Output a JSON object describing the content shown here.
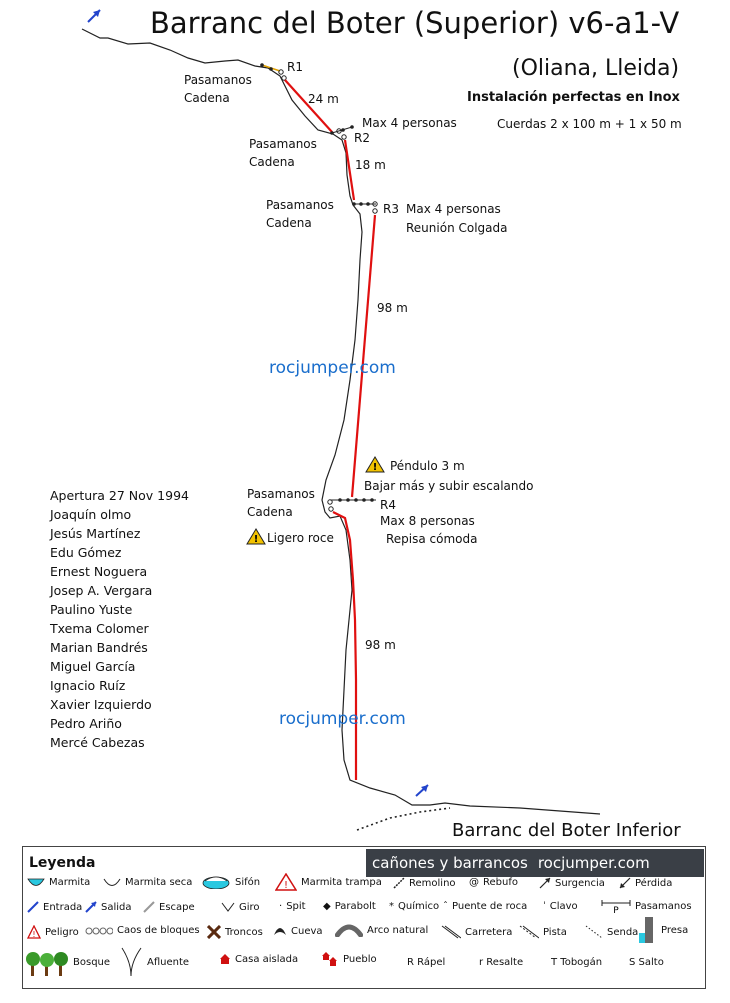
{
  "title": "Barranc del Boter (Superior) v6-a1-V",
  "subtitle": "(Oliana, Lleida)",
  "install_note": "Instalación perfectas en Inox",
  "ropes_note": "Cuerdas 2 x 100 m + 1 x 50 m",
  "anchors": {
    "r1": {
      "label": "R1",
      "side_label": "Pasamanos\nCadena",
      "rope": "24 m"
    },
    "r2": {
      "label": "R2",
      "side_label": "Pasamanos\nCadena",
      "capacity": "Max 4 personas",
      "rope": "18 m"
    },
    "r3": {
      "label": "R3",
      "side_label": "Pasamanos\nCadena",
      "capacity": "Max 4 personas",
      "note": "Reunión Colgada",
      "rope": "98 m"
    },
    "r4": {
      "label": "R4",
      "side_label": "Pasamanos\nCadena",
      "capacity": "Max 8 personas",
      "note": "Repisa cómoda",
      "rope": "98 m"
    }
  },
  "warnings": {
    "pendulo": "Péndulo 3 m",
    "pendulo_note": "Bajar más y subir escalando",
    "roce": "Ligero roce"
  },
  "watermark": "rocjumper.com",
  "team": [
    "Apertura 27 Nov 1994",
    "Joaquín olmo",
    "Jesús Martínez",
    "Edu Gómez",
    "Ernest Noguera",
    "Josep A. Vergara",
    "Paulino Yuste",
    "Txema Colomer",
    "Marian Bandrés",
    "Miguel García",
    "Ignacio Ruíz",
    "Xavier Izquierdo",
    "Pedro Ariño",
    "Mercé Cabezas"
  ],
  "next_canyon": "Barranc del Boter Inferior",
  "legend": {
    "title": "Leyenda",
    "banner_a": "cañones y barrancos",
    "banner_b": "rocjumper.com",
    "items": {
      "marmita": "Marmita",
      "marmita_seca": "Marmita seca",
      "sifon": "Sifón",
      "marmita_trampa": "Marmita trampa",
      "remolino": "Remolino",
      "rebufo": "Rebufo",
      "surgencia": "Surgencia",
      "perdida": "Pérdida",
      "entrada": "Entrada",
      "salida": "Salida",
      "escape": "Escape",
      "giro": "Giro",
      "spit": "Spit",
      "parabolt": "Parabolt",
      "quimico": "Químico",
      "puente_roca": "Puente de roca",
      "clavo": "Clavo",
      "pasamanos": "Pasamanos",
      "peligro": "Peligro",
      "caos": "Caos de bloques",
      "troncos": "Troncos",
      "cueva": "Cueva",
      "arco": "Arco natural",
      "carretera": "Carretera",
      "pista": "Pista",
      "senda": "Senda",
      "presa": "Presa",
      "bosque": "Bosque",
      "afluente": "Afluente",
      "casa": "Casa aislada",
      "pueblo": "Pueblo",
      "rapel": "R Rápel",
      "resalte": "r Resalte",
      "tobogan": "T Tobogán",
      "salto": "S Salto"
    }
  },
  "colors": {
    "rope": "#e01010",
    "entry_arrow": "#2244cc",
    "watermark": "#1a6ecc",
    "warning": "#f2c200"
  }
}
